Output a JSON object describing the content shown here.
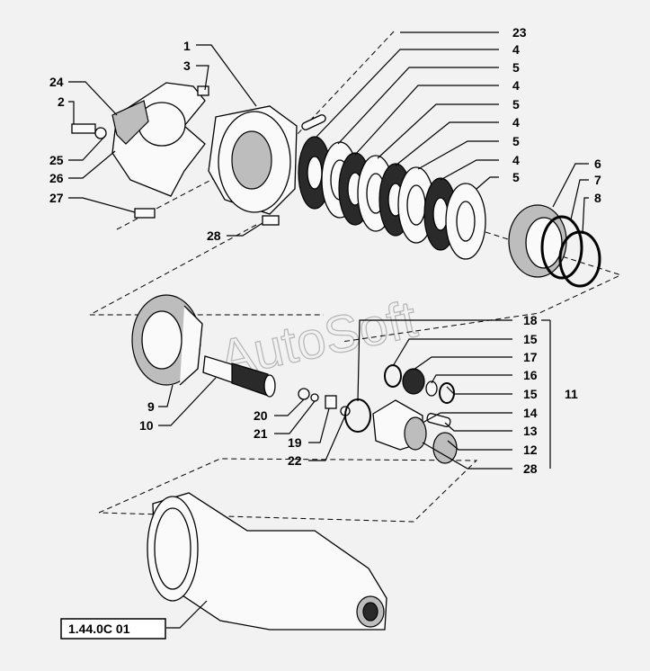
{
  "diagram": {
    "reference_code": "1.44.0C 01",
    "watermark": "AutoSoft",
    "callouts": {
      "c1": "1",
      "c3": "3",
      "c24": "24",
      "c2": "2",
      "c25": "25",
      "c26": "26",
      "c27": "27",
      "c28a": "28",
      "c23": "23",
      "c4a": "4",
      "c5a": "5",
      "c4b": "4",
      "c5b": "5",
      "c4c": "4",
      "c5c": "5",
      "c4d": "4",
      "c5d": "5",
      "c6": "6",
      "c7": "7",
      "c8": "8",
      "c18": "18",
      "c15a": "15",
      "c17": "17",
      "c16": "16",
      "c15b": "15",
      "c11": "11",
      "c14": "14",
      "c13": "13",
      "c12": "12",
      "c28b": "28",
      "c9": "9",
      "c10": "10",
      "c20": "20",
      "c21": "21",
      "c19": "19",
      "c22": "22"
    }
  }
}
